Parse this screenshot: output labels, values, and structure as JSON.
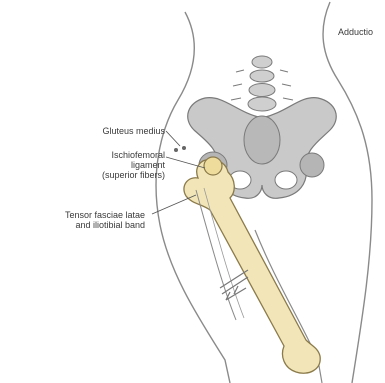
{
  "labels": {
    "gluteus_medius": "Gluteus medius",
    "ischiofemoral_ligament": [
      "Ischiofemoral",
      "ligament",
      "(superior fibers)"
    ],
    "tensor_fasciae_latae": [
      "Tensor fasciae latae",
      "and iliotibial band"
    ],
    "adductor": "Adductio"
  },
  "colors": {
    "outline": "#8a8a8a",
    "pelvis_fill": "#c9c9c9",
    "pelvis_stroke": "#7a7a7a",
    "femur_fill": "#f2e6b8",
    "femur_stroke": "#8b7a4a",
    "leader": "#555555"
  }
}
